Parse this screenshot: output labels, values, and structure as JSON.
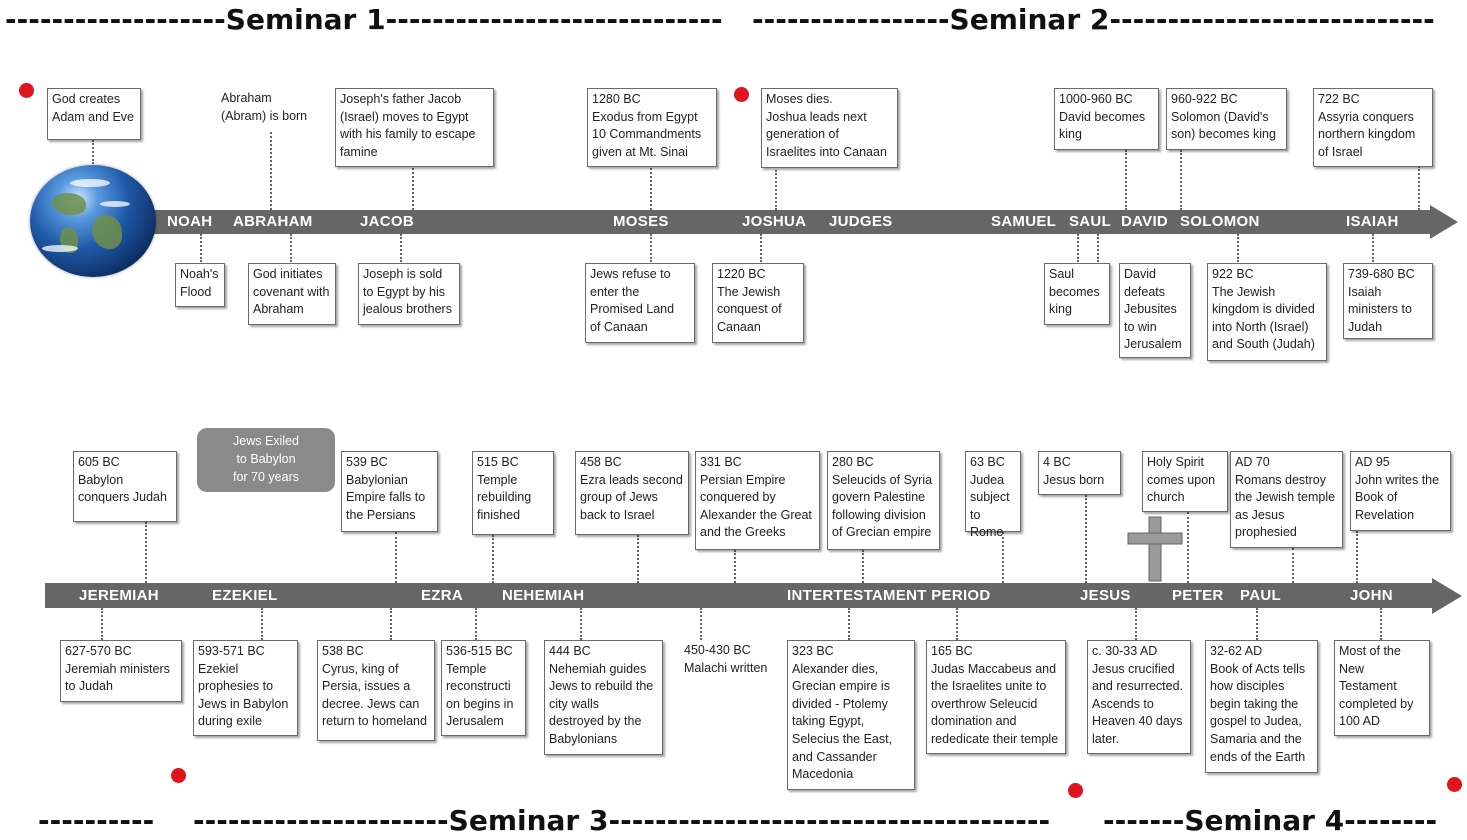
{
  "seminars": {
    "s1": "-------------------Seminar 1-----------------------------",
    "s2": "-----------------Seminar 2----------------------------",
    "s3_left": "----------",
    "s3": "----------------------Seminar 3--------------------------------------",
    "s4": "-------Seminar 4--------"
  },
  "colors": {
    "arrow": "#666666",
    "dot": "#e1141e",
    "exile_bg": "#8a8a8a"
  },
  "icons": {
    "globe": "earth-globe-icon",
    "cross": "cross-icon"
  },
  "timeline1": {
    "labels": [
      "NOAH",
      "ABRAHAM",
      "JACOB",
      "MOSES",
      "JOSHUA",
      "JUDGES",
      "SAMUEL",
      "SAUL",
      "DAVID",
      "SOLOMON",
      "ISAIAH"
    ],
    "above": [
      "God creates\nAdam and Eve",
      "Abraham\n(Abram) is born",
      "Joseph's father Jacob\n(Israel) moves to Egypt\nwith his family to escape\nfamine",
      "1280 BC\nExodus from Egypt\n10 Commandments\ngiven at Mt. Sinai",
      "Moses dies.\nJoshua leads next\ngeneration of\nIsraelites into Canaan",
      "1000-960 BC\nDavid becomes\nking",
      "960-922 BC\nSolomon (David's\nson) becomes king",
      "722 BC\nAssyria conquers\nnorthern kingdom\nof Israel"
    ],
    "below": [
      "Noah's\nFlood",
      "God initiates\ncovenant with\nAbraham",
      "Joseph is sold\nto Egypt by his\njealous brothers",
      "Jews refuse to\nenter the\nPromised Land\nof Canaan",
      "1220 BC\nThe Jewish\nconquest of\nCanaan",
      "Saul\nbecomes\nking",
      "David\ndefeats\nJebusites\nto win\nJerusalem",
      "922 BC\nThe Jewish\nkingdom is divided\ninto North (Israel)\nand South (Judah)",
      "739-680 BC\nIsaiah\nministers to\nJudah"
    ]
  },
  "timeline2": {
    "labels": [
      "JEREMIAH",
      "EZEKIEL",
      "EZRA",
      "NEHEMIAH",
      "INTERTESTAMENT PERIOD",
      "JESUS",
      "PETER",
      "PAUL",
      "JOHN"
    ],
    "exile": "Jews Exiled\nto Babylon\nfor 70 years",
    "above": [
      "605 BC\nBabylon\nconquers Judah",
      "539 BC\nBabylonian\nEmpire falls to\nthe Persians",
      "515 BC\nTemple\nrebuilding\nfinished",
      "458 BC\nEzra leads second\ngroup of Jews\nback to Israel",
      "331 BC\nPersian Empire\nconquered by\nAlexander the Great\nand the Greeks",
      "280 BC\nSeleucids of Syria\ngovern Palestine\nfollowing division\nof Grecian empire",
      "63 BC\nJudea\nsubject\nto Rome",
      "4 BC\nJesus born",
      "Holy Spirit\ncomes upon\nchurch",
      "AD 70\nRomans destroy\nthe Jewish temple\nas Jesus\nprophesied",
      "AD 95\nJohn writes the\nBook of\nRevelation"
    ],
    "below": [
      "627-570 BC\nJeremiah ministers\nto Judah",
      "593-571 BC\nEzekiel\nprophesies to\nJews in Babylon\nduring exile",
      "538 BC\nCyrus, king of\nPersia, issues a\ndecree. Jews can\nreturn to homeland",
      "536-515 BC\nTemple\nreconstructi\non begins in\nJerusalem",
      "444 BC\nNehemiah guides\nJews to rebuild the\ncity walls\ndestroyed by the\nBabylonians",
      "450-430 BC\nMalachi written",
      "323 BC\nAlexander dies,\nGrecian empire is\ndivided - Ptolemy\ntaking Egypt,\nSelecius the East,\nand Cassander\nMacedonia",
      "165 BC\nJudas Maccabeus and\nthe Israelites unite to\noverthrow Seleucid\ndomination and\nrededicate their temple",
      "c. 30-33 AD\nJesus crucified\nand resurrected.\nAscends to\nHeaven 40 days\nlater.",
      "32-62 AD\nBook of Acts tells\nhow disciples\nbegin taking the\ngospel to Judea,\nSamaria and the\nends of the Earth",
      "Most of the\nNew\nTestament\ncompleted by\n100 AD"
    ]
  }
}
